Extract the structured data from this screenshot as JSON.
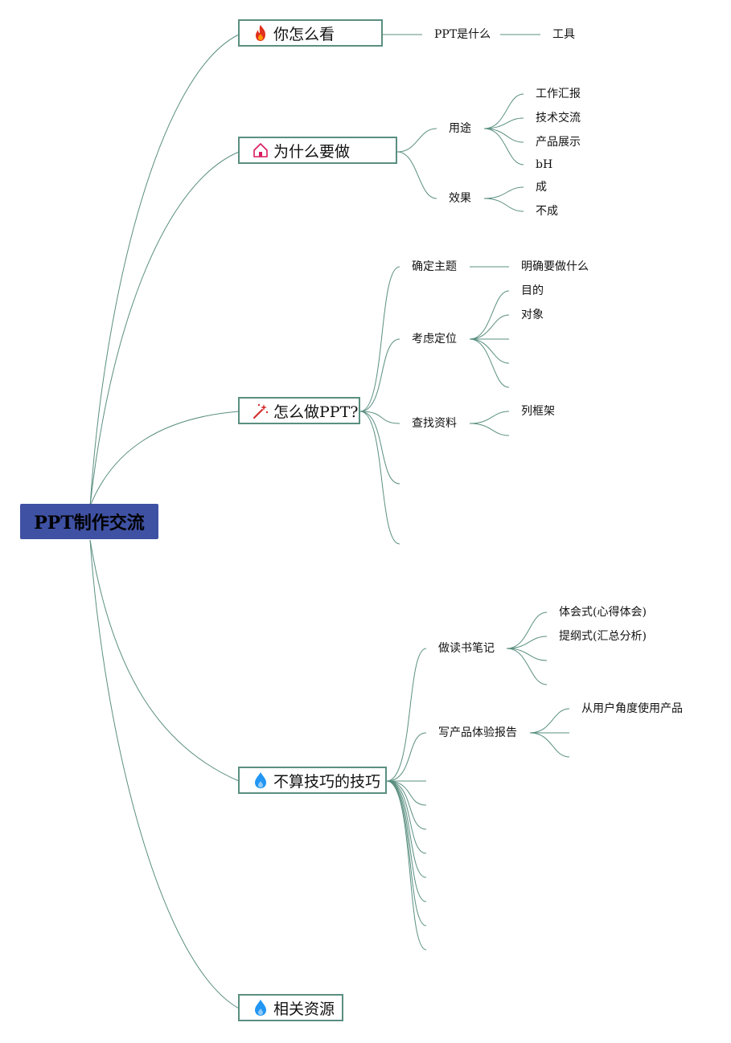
{
  "root": {
    "label": "PPT制作交流"
  },
  "topics": {
    "t1": {
      "label": "你怎么看",
      "icon": "fire-icon",
      "color": "#e0301e"
    },
    "t2": {
      "label": "为什么要做",
      "icon": "house-icon",
      "color": "#d81b60"
    },
    "t3": {
      "label": "怎么做PPT?",
      "icon": "magic-wand-icon",
      "color": "#d32f2f"
    },
    "t4": {
      "label": "不算技巧的技巧",
      "icon": "water-drop-icon",
      "color": "#2196f3"
    },
    "t5": {
      "label": "相关资源",
      "icon": "water-drop-icon",
      "color": "#2196f3"
    }
  },
  "nodes": {
    "ppt_what": "PPT是什么",
    "tool": "工具",
    "usage": "用途",
    "work_report": "工作汇报",
    "tech_exchange": "技术交流",
    "product_show": "产品展示",
    "bh": "bH",
    "effect": "效果",
    "success": "成",
    "fail": "不成",
    "topic_confirm": "确定主题",
    "clarify": "明确要做什么",
    "positioning": "考虑定位",
    "purpose": "目的",
    "audience": "对象",
    "search": "查找资料",
    "framework": "列框架",
    "reading_notes": "做读书笔记",
    "experience_style": "体会式(心得体会)",
    "outline_style": "提纲式(汇总分析)",
    "product_report": "写产品体验报告",
    "user_angle": "从用户角度使用产品"
  },
  "colors": {
    "line": "#5a8f80",
    "root_bg": "#3f51a3",
    "border": "#5a8f80"
  }
}
